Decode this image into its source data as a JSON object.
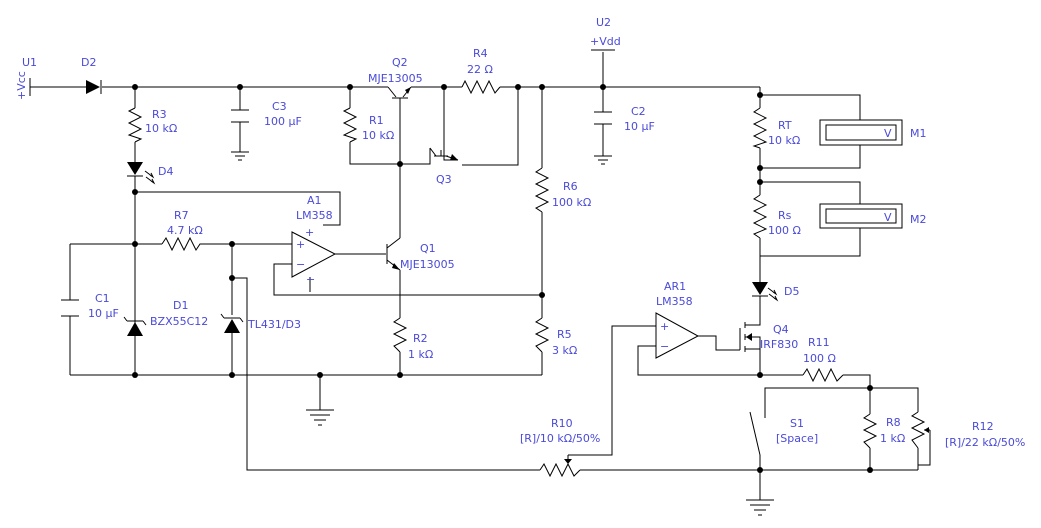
{
  "components": {
    "U1": {
      "ref": "U1",
      "label": "+Vcc"
    },
    "U2": {
      "ref": "U2",
      "label": "+Vdd"
    },
    "D2": {
      "ref": "D2"
    },
    "R3": {
      "ref": "R3",
      "value": "10 kΩ"
    },
    "D4": {
      "ref": "D4"
    },
    "C3": {
      "ref": "C3",
      "value": "100 µF"
    },
    "Q2": {
      "ref": "Q2",
      "value": "MJE13005"
    },
    "R1": {
      "ref": "R1",
      "value": "10 kΩ"
    },
    "R4": {
      "ref": "R4",
      "value": "22 Ω"
    },
    "Q3": {
      "ref": "Q3"
    },
    "C2": {
      "ref": "C2",
      "value": "10 µF"
    },
    "R6": {
      "ref": "R6",
      "value": "100 kΩ"
    },
    "R5": {
      "ref": "R5",
      "value": "3 kΩ"
    },
    "A1": {
      "ref": "A1",
      "value": "LM358"
    },
    "R7": {
      "ref": "R7",
      "value": "4.7 kΩ"
    },
    "Q1": {
      "ref": "Q1",
      "value": "MJE13005"
    },
    "C1": {
      "ref": "C1",
      "value": "10 µF"
    },
    "D1": {
      "ref": "D1",
      "value": "BZX55C12"
    },
    "D3": {
      "value": "TL431/D3"
    },
    "R2": {
      "ref": "R2",
      "value": "1 kΩ"
    },
    "RT": {
      "ref": "RT",
      "value": "10 kΩ"
    },
    "Rs": {
      "ref": "Rs",
      "value": "100 Ω"
    },
    "M1": {
      "ref": "M1",
      "unit": "V"
    },
    "M2": {
      "ref": "M2",
      "unit": "V"
    },
    "D5": {
      "ref": "D5"
    },
    "AR1": {
      "ref": "AR1",
      "value": "LM358"
    },
    "Q4": {
      "ref": "Q4",
      "value": "IRF830"
    },
    "R11": {
      "ref": "R11",
      "value": "100 Ω"
    },
    "S1": {
      "ref": "S1",
      "key": "[Space]"
    },
    "R8": {
      "ref": "R8",
      "value": "1 kΩ"
    },
    "R12": {
      "ref": "R12",
      "value": "[R]/22 kΩ/50%"
    },
    "R10": {
      "ref": "R10",
      "value": "[R]/10 kΩ/50%"
    }
  },
  "opamp_pins": {
    "plus": "+",
    "minus": "−"
  },
  "colors": {
    "label": "#4a4ad8",
    "wire": "#000000"
  }
}
